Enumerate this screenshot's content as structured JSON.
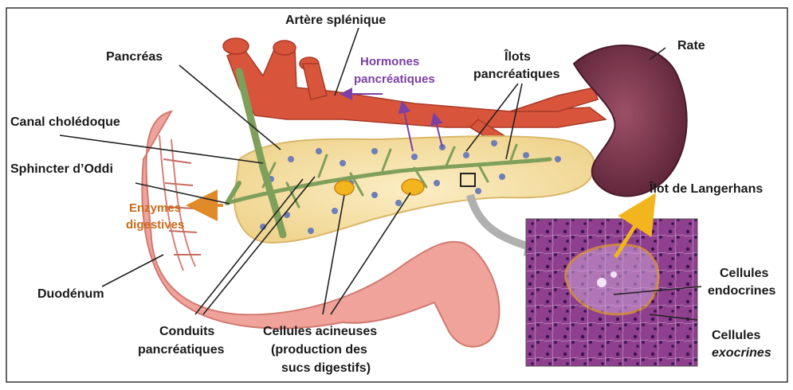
{
  "labels": {
    "artere_splenique": "Artère splénique",
    "pancreas": "Pancréas",
    "hormones_line1": "Hormones",
    "hormones_line2": "pancréatiques",
    "ilots_line1": "Îlots",
    "ilots_line2": "pancréatiques",
    "rate": "Rate",
    "canal_choledoque": "Canal cholédoque",
    "sphincter_oddi": "Sphincter d’Oddi",
    "enzymes_line1": "Enzymes",
    "enzymes_line2": "digestives",
    "ilot_langerhans": "Îlot de Langerhans",
    "cellules_endocrines_line1": "Cellules",
    "cellules_endocrines_line2": "endocrines",
    "cellules_exocrines_line1": "Cellules",
    "cellules_exocrines_line2": "exocrines",
    "duodenum": "Duodénum",
    "conduits_line1": "Conduits",
    "conduits_line2": "pancréatiques",
    "acineuses_line1": "Cellules acineuses",
    "acineuses_line2": "(production des",
    "acineuses_line3": "sucs digestifs)"
  },
  "colors": {
    "artery": "#d8553c",
    "pancreas": "#f6e2a8",
    "duct": "#7fa05a",
    "spleen": "#6e2f45",
    "duodenum": "#f0a39a",
    "hormone_arrow": "#7b3fa5",
    "enzyme_arrow": "#e08a2a",
    "islet_ring": "#f2b51e",
    "histology": "#9a4d98"
  }
}
